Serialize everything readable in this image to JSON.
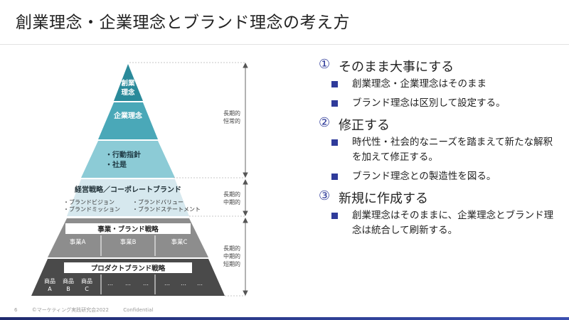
{
  "title": "創業理念・企業理念とブランド理念の考え方",
  "pyramid": {
    "tier1": [
      "創業",
      "理念"
    ],
    "tier2": "企業理念",
    "tier3": [
      "・行動指針",
      "・社是"
    ],
    "tier4_title": "経営戦略／コーポレートブランド",
    "tier4_items": [
      "・ブランドビジョン",
      "・ブランドミッション",
      "・ブランドバリュー",
      "・ブランドステートメント"
    ],
    "tier5_title": "事業・ブランド戦略",
    "tier5_cells": [
      "事業A",
      "事業B",
      "事業C"
    ],
    "tier6_title": "プロダクトブランド戦略",
    "tier6_products": [
      [
        "商品",
        "A"
      ],
      [
        "商品",
        "B"
      ],
      [
        "商品",
        "C"
      ]
    ],
    "tier6_ellipsis": [
      "…",
      "…",
      "…",
      "…",
      "…",
      "…"
    ]
  },
  "brackets": {
    "b1": [
      "長期的",
      "恒常的"
    ],
    "b2": [
      "長期的",
      "中期的"
    ],
    "b3": [
      "長期的",
      "中期的",
      "短期的"
    ]
  },
  "points": [
    {
      "num": "①",
      "heading": "そのまま大事にする",
      "bullets": [
        "創業理念・企業理念はそのまま",
        "ブランド理念は区別して設定する。"
      ]
    },
    {
      "num": "②",
      "heading": "修正する",
      "bullets": [
        "時代性・社会的なニーズを踏まえて新たな解釈を加えて修正する。",
        "ブランド理念との製造性を図る。"
      ]
    },
    {
      "num": "③",
      "heading": "新規に作成する",
      "bullets": [
        "創業理念はそのままに、企業理念とブランド理念は統合して刷新する。"
      ]
    }
  ],
  "footer": {
    "page": "6",
    "copyright": "©マーケティング実践研究会2022",
    "label": "Confidential"
  },
  "colors": {
    "tier1": "#2a8a9a",
    "tier2": "#4aa8b8",
    "tier3": "#8ccbd6",
    "tier4": "#d6e8ee",
    "tier5": "#8d8d8d",
    "tier6": "#4a4a4a",
    "accent": "#2f3b9a"
  }
}
